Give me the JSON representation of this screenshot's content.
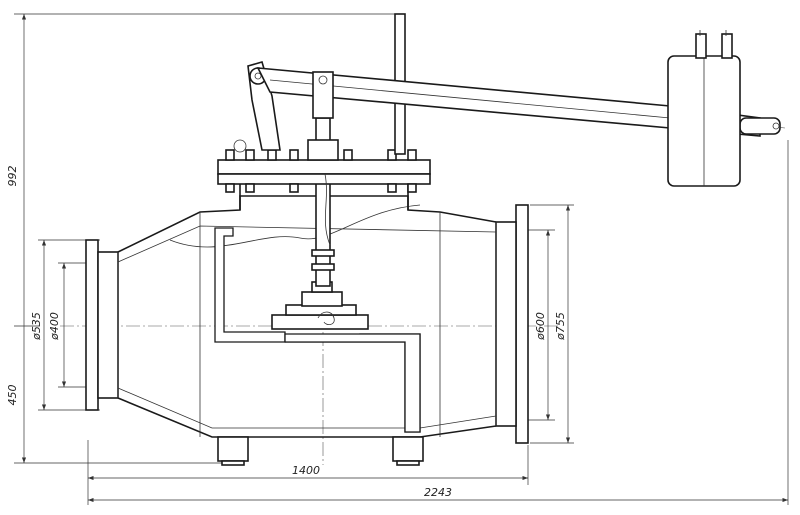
{
  "dimensions": {
    "overall_height": "992",
    "lower_height": "450",
    "inlet_flange_dia": "ø535",
    "inlet_bore_dia": "ø400",
    "outlet_bore_dia": "ø600",
    "outlet_flange_dia": "ø755",
    "body_length": "1400",
    "overall_length": "2243"
  }
}
